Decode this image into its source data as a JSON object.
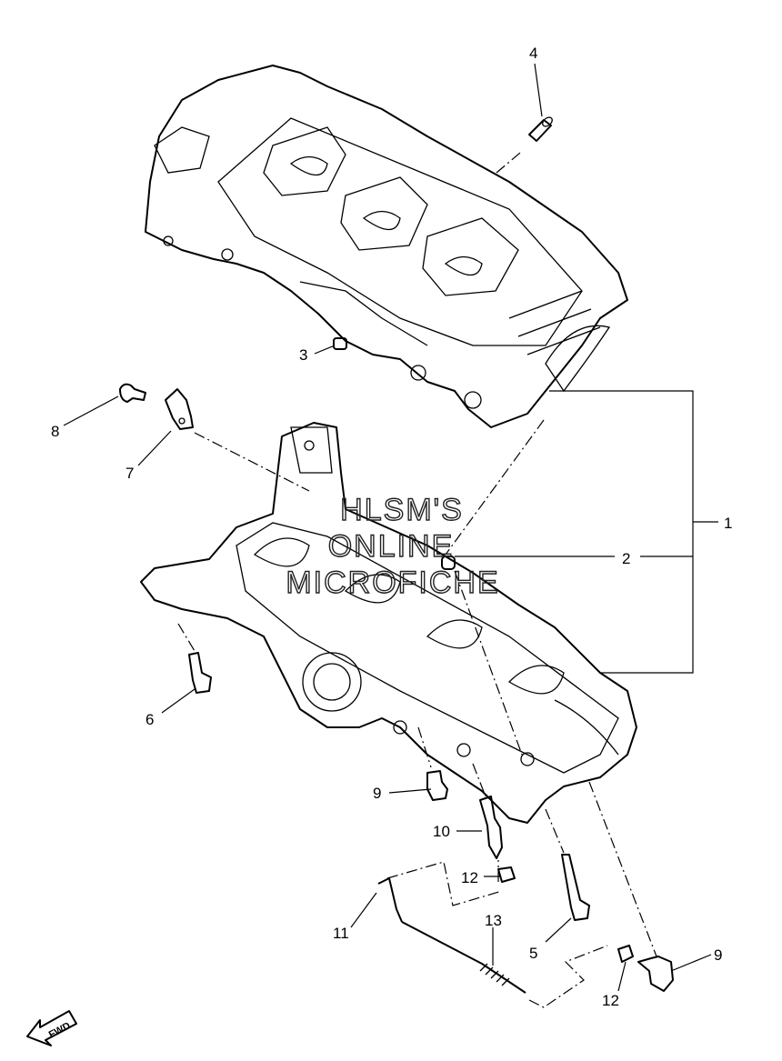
{
  "diagram": {
    "callouts": [
      {
        "id": "c1",
        "text": "1"
      },
      {
        "id": "c2",
        "text": "2"
      },
      {
        "id": "c3",
        "text": "3"
      },
      {
        "id": "c4",
        "text": "4"
      },
      {
        "id": "c5",
        "text": "5"
      },
      {
        "id": "c6",
        "text": "6"
      },
      {
        "id": "c7",
        "text": "7"
      },
      {
        "id": "c8",
        "text": "8"
      },
      {
        "id": "c9a",
        "text": "9"
      },
      {
        "id": "c9b",
        "text": "9"
      },
      {
        "id": "c10",
        "text": "10"
      },
      {
        "id": "c11",
        "text": "11"
      },
      {
        "id": "c12a",
        "text": "12"
      },
      {
        "id": "c12b",
        "text": "12"
      },
      {
        "id": "c13",
        "text": "13"
      }
    ],
    "watermark": [
      "HLSM'S",
      "ONLINE",
      "MICROFICHE"
    ],
    "direction_badge": "FWD"
  }
}
